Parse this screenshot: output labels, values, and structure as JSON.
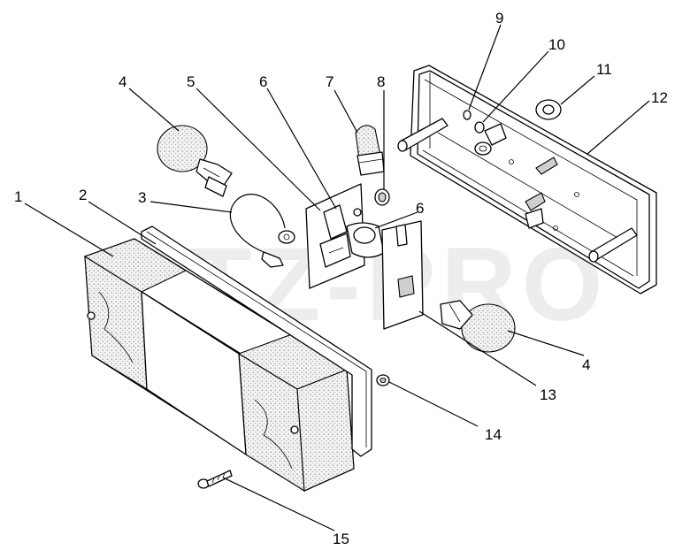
{
  "watermark": "MTZ-PRO",
  "callouts": {
    "c1": "1",
    "c2": "2",
    "c3": "3",
    "c4a": "4",
    "c4b": "4",
    "c5": "5",
    "c6a": "6",
    "c6b": "6",
    "c7": "7",
    "c8": "8",
    "c9": "9",
    "c10": "10",
    "c11": "11",
    "c12": "12",
    "c13": "13",
    "c14": "14",
    "c15": "15"
  }
}
